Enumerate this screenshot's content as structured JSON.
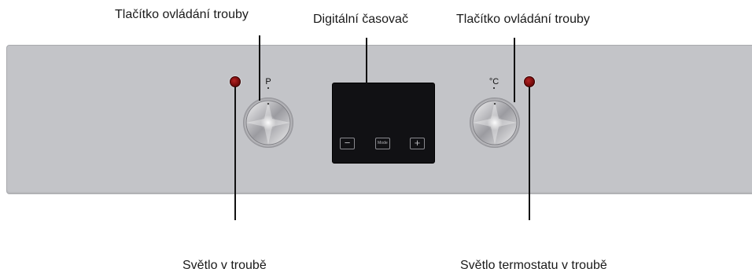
{
  "callouts": {
    "left_knob": "Tlačítko ovládání trouby",
    "timer": "Digitální časovač",
    "right_knob": "Tlačítko ovládání trouby",
    "oven_light": "Světlo v troubě",
    "thermostat_light": "Světlo termostatu v troubě"
  },
  "knobs": {
    "left_marker": "P",
    "right_marker": "°C"
  },
  "timer_buttons": {
    "minus": "−",
    "mode": "Mode",
    "plus": "+"
  },
  "colors": {
    "panel": "#c3c4c8",
    "timer": "#111114",
    "lamp": "#8b1010"
  }
}
